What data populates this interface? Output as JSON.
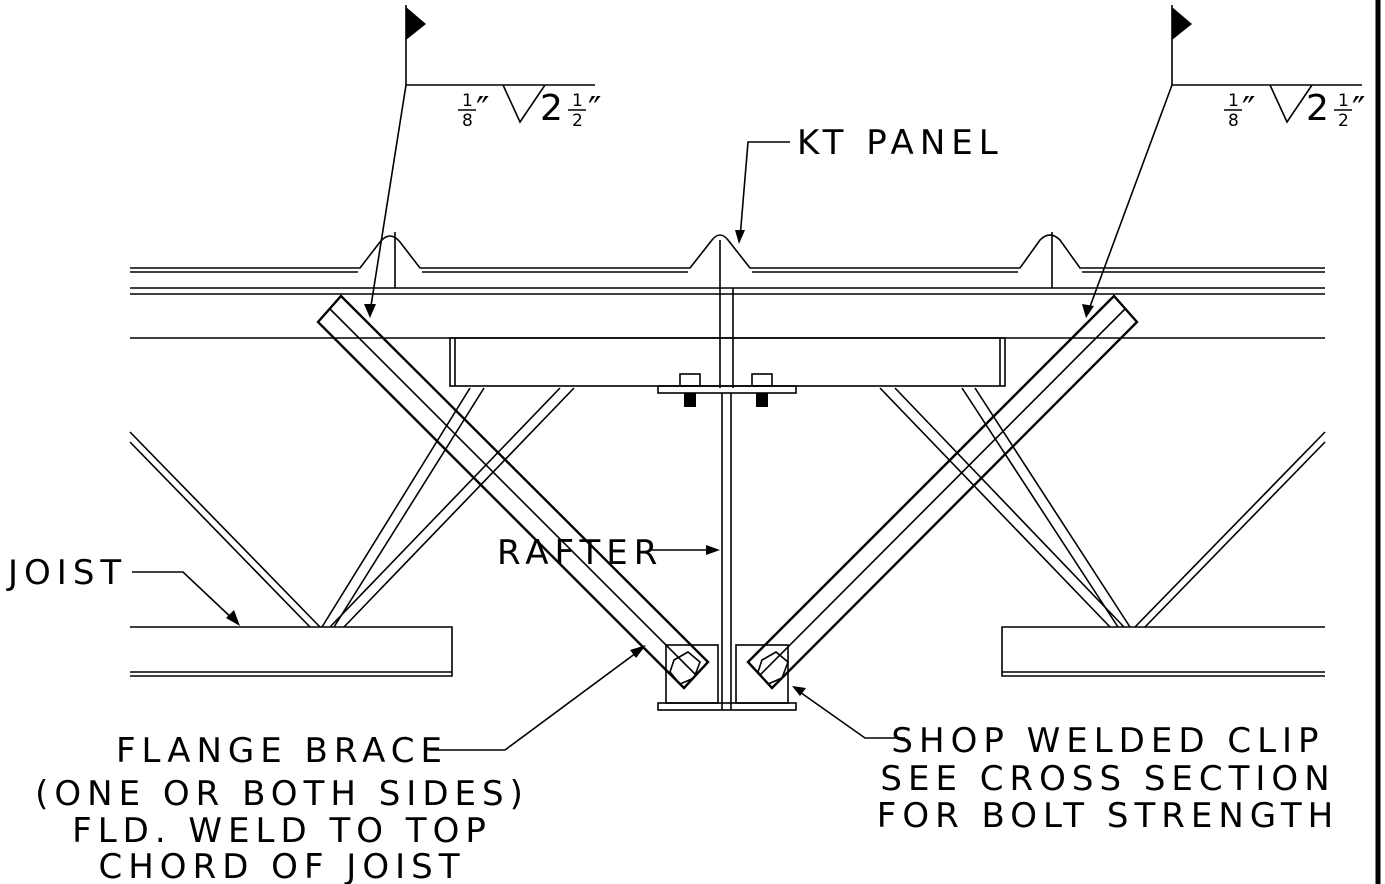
{
  "labels": {
    "kt_panel": "KT PANEL",
    "rafter": "RAFTER",
    "joist": "JOIST",
    "flange_brace": [
      "FLANGE BRACE",
      "(ONE OR BOTH SIDES)",
      "FLD. WELD TO TOP",
      "CHORD OF JOIST"
    ],
    "shop_clip": [
      "SHOP WELDED CLIP",
      "SEE CROSS SECTION",
      "FOR BOLT STRENGTH"
    ]
  },
  "weld_symbols": [
    {
      "size_num": "1",
      "size_den": "8",
      "length_whole": "2",
      "length_num": "1",
      "length_den": "2",
      "inch": "″"
    },
    {
      "size_num": "1",
      "size_den": "8",
      "length_whole": "2",
      "length_num": "1",
      "length_den": "2",
      "inch": "″"
    }
  ]
}
